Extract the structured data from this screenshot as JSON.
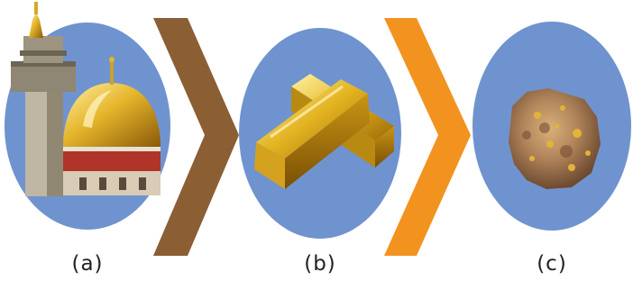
{
  "panels": [
    {
      "label": "(a)",
      "image": "gold-domed-mosque-photo"
    },
    {
      "label": "(b)",
      "image": "gold-bars-photo"
    },
    {
      "label": "(c)",
      "image": "gold-ore-rock-photo"
    }
  ],
  "arrows": [
    {
      "name": "chevron-arrow-1",
      "color": "#8b5e34"
    },
    {
      "name": "chevron-arrow-2",
      "color": "#f2931f"
    }
  ],
  "colors": {
    "circle_fill": "#6f93cf"
  }
}
